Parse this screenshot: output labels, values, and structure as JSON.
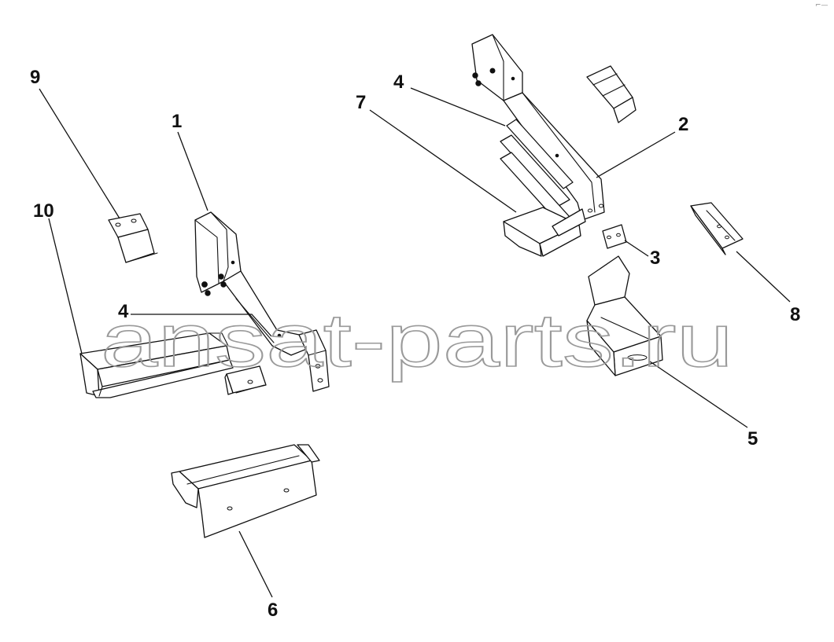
{
  "diagram": {
    "watermark": "ansat-parts.ru",
    "corner_mark": "⌐—"
  },
  "callouts": {
    "c1": "1",
    "c2": "2",
    "c3": "3",
    "c4a": "4",
    "c4b": "4",
    "c5": "5",
    "c6": "6",
    "c7": "7",
    "c8": "8",
    "c9": "9",
    "c10": "10"
  },
  "colors": {
    "line": "#111111",
    "watermark": "#9a9a9a",
    "background": "#ffffff"
  }
}
